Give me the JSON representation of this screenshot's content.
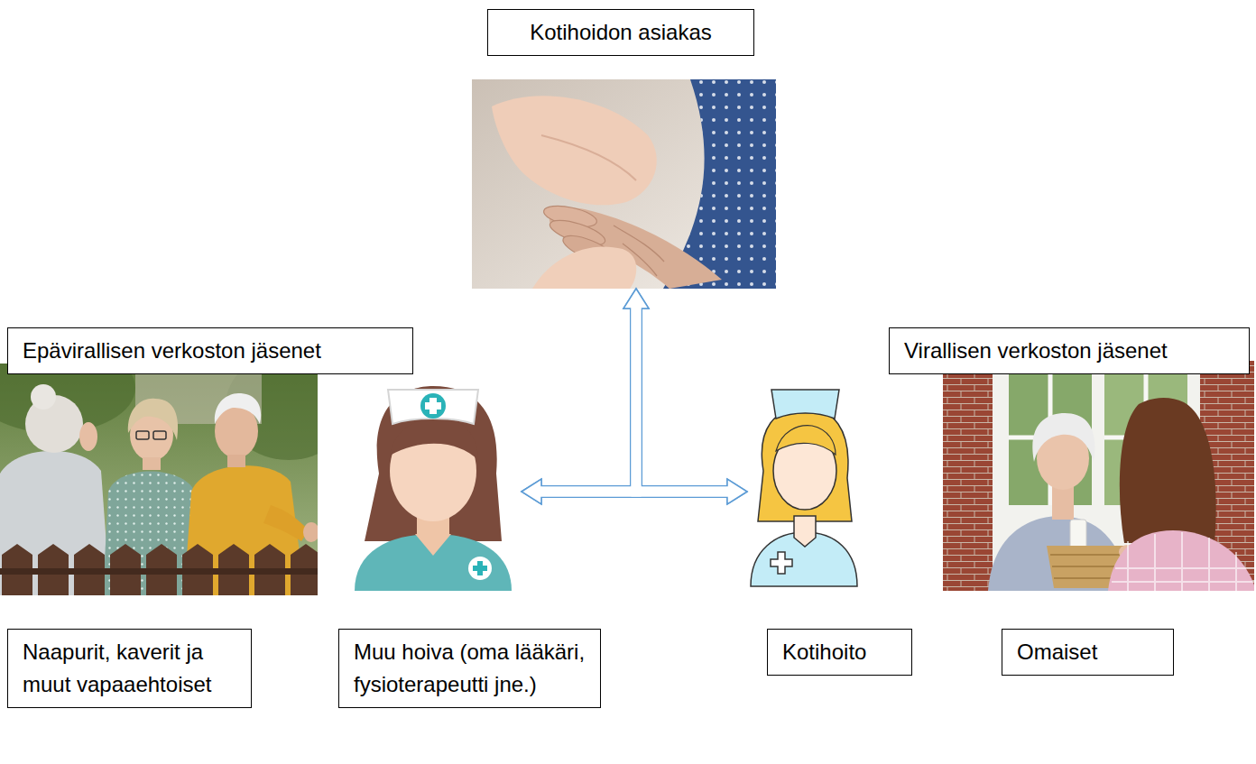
{
  "diagram": {
    "nodes": [
      {
        "text": [
          "Kotihoidon asiakas"
        ]
      },
      {
        "text": [
          "Epävirallisen verkoston jäsenet"
        ]
      },
      {
        "text": [
          "Virallisen verkoston jäsenet"
        ]
      },
      {
        "text": [
          "Naapurit, kaverit ja muut vapaaehtoiset"
        ]
      },
      {
        "text": [
          "Muu hoiva (oma lääkäri, fysioterapeutti jne.)"
        ]
      },
      {
        "text": [
          "Kotihoito"
        ]
      },
      {
        "text": [
          "Omaiset"
        ]
      }
    ],
    "edges": [
      {
        "from": 0,
        "to": 4,
        "arrow": "both"
      },
      {
        "from": 0,
        "to": 5,
        "arrow": "both"
      },
      {
        "from": 4,
        "to": 5,
        "arrow": "both"
      }
    ]
  }
}
